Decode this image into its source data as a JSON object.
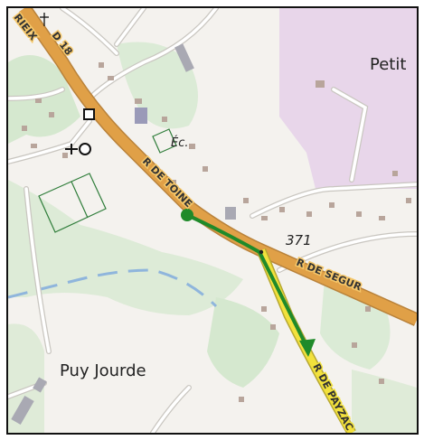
{
  "map": {
    "labels": {
      "place_puy_jourde": "Puy Jourde",
      "place_petit": "Petit",
      "school": "Éc.",
      "road_d18": "D 18",
      "road_rieix": "RIEIX",
      "road_toine": "R DE TOINE",
      "road_segur": "R DE SEGUR",
      "road_payzac": "R DE PAYZAC",
      "elevation": "371"
    },
    "colors": {
      "background": "#f4f2ee",
      "forest": "#d5e8cf",
      "military_zone": "#e8d6ea",
      "main_road": "#e0a047",
      "secondary_road": "#f2e13c",
      "route_line": "#1f8a2a",
      "water": "#8fb5dc"
    }
  }
}
